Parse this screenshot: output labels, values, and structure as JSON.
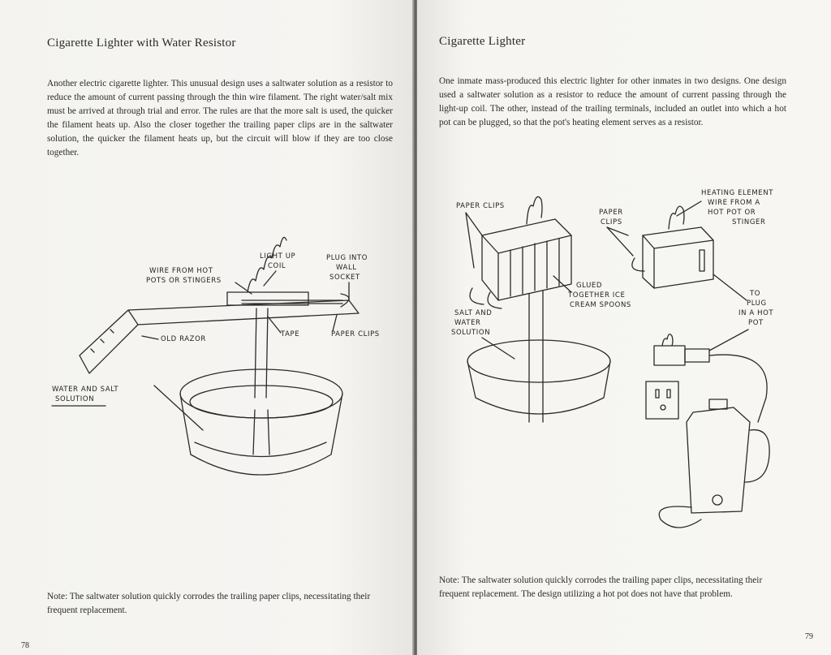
{
  "left_page": {
    "title": "Cigarette Lighter with Water Resistor",
    "paragraph": "Another electric cigarette lighter. This unusual design uses a saltwater solution as a resistor to reduce the amount of current passing through the thin wire filament. The right water/salt mix must be arrived at through trial and error. The rules are that the more salt is used, the quicker the filament heats up. Also the closer together the trailing paper clips are in the saltwater solution, the quicker the filament heats up, but the circuit will blow if they are too close together.",
    "note": "Note: The saltwater solution quickly corrodes the trailing paper clips, necessitating their frequent replacement.",
    "page_number": "78",
    "labels": {
      "light_coil_1": "LIGHT UP",
      "light_coil_2": "COIL",
      "plug_1": "PLUG INTO",
      "plug_2": "WALL",
      "plug_3": "SOCKET",
      "wire_1": "WIRE FROM HOT",
      "wire_2": "POTS OR STINGERS",
      "razor": "OLD RAZOR",
      "tape": "TAPE",
      "clips": "PAPER CLIPS",
      "water_1": "WATER AND SALT",
      "water_2": "SOLUTION"
    }
  },
  "right_page": {
    "title": "Cigarette Lighter",
    "paragraph": "One inmate mass-produced this electric lighter for other inmates in two designs. One design used a saltwater solution as a resistor to reduce the amount of current passing through the light-up coil. The other, instead of the trailing terminals, included an outlet into which a hot pot can be plugged, so that the pot's heating element serves as a resistor.",
    "note": "Note: The saltwater solution quickly corrodes the trailing paper clips, necessitating their frequent replacement. The design utilizing a hot pot does not have that problem.",
    "page_number": "79",
    "labels": {
      "clips_a": "PAPER CLIPS",
      "clips_b1": "PAPER",
      "clips_b2": "CLIPS",
      "heating_1": "HEATING ELEMENT",
      "heating_2": "WIRE FROM A",
      "heating_3": "HOT POT OR",
      "heating_4": "STINGER",
      "glued_1": "GLUED",
      "glued_2": "TOGETHER ICE",
      "glued_3": "CREAM SPOONS",
      "salt_1": "SALT AND",
      "salt_2": "WATER",
      "salt_3": "SOLUTION",
      "hotpot_1": "TO",
      "hotpot_2": "PLUG",
      "hotpot_3": "IN A HOT",
      "hotpot_4": "POT"
    }
  }
}
